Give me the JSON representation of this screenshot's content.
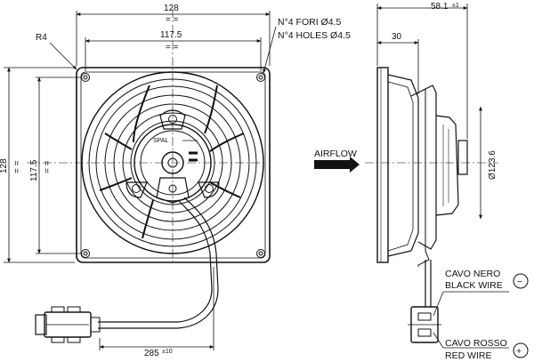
{
  "front_view": {
    "dim_top_outer": "128",
    "dim_top_inner": "117.5",
    "dim_left_outer": "128",
    "dim_left_inner": "117.5",
    "radius_label": "R4",
    "equal_mark": "= =",
    "cable_length_value": "285",
    "cable_length_tolerance": "±10"
  },
  "holes_note": {
    "line_it": "N°4 FORI  Ø4.5",
    "line_en": "N°4 HOLES  Ø4.5"
  },
  "airflow_label": "AIRFLOW",
  "side_view": {
    "dim_depth_value": "58.1",
    "dim_depth_tolerance": "±1",
    "dim_body": "30",
    "dim_diameter": "Ø123.6"
  },
  "wires": {
    "black_it": "CAVO NERO",
    "black_en": "BLACK WIRE",
    "black_symbol": "−",
    "red_it": "CAVO ROSSO",
    "red_en": "RED WIRE",
    "red_symbol": "+"
  },
  "hub_brand": "SPAL"
}
